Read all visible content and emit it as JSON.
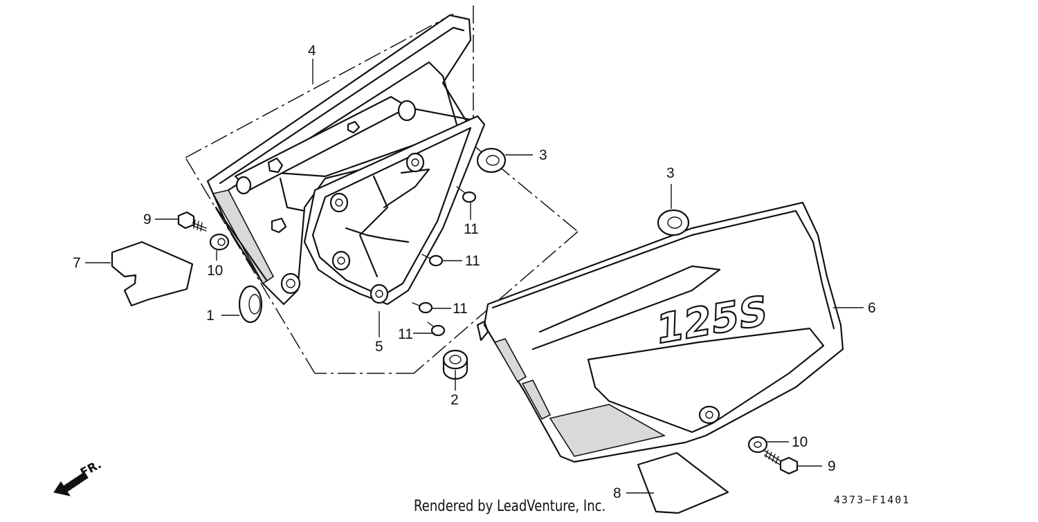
{
  "diagram": {
    "part_labels": {
      "p1": "1",
      "p2": "2",
      "p3a": "3",
      "p3b": "3",
      "p4": "4",
      "p5": "5",
      "p6": "6",
      "p7": "7",
      "p8": "8",
      "p9a": "9",
      "p9b": "9",
      "p10a": "10",
      "p10b": "10",
      "p11a": "11",
      "p11b": "11",
      "p11c": "11",
      "p11d": "11"
    },
    "cover_text": "125S",
    "direction_label": "FR.",
    "diagram_code": "4373−F1401",
    "credit": "Rendered by LeadVenture, Inc."
  }
}
